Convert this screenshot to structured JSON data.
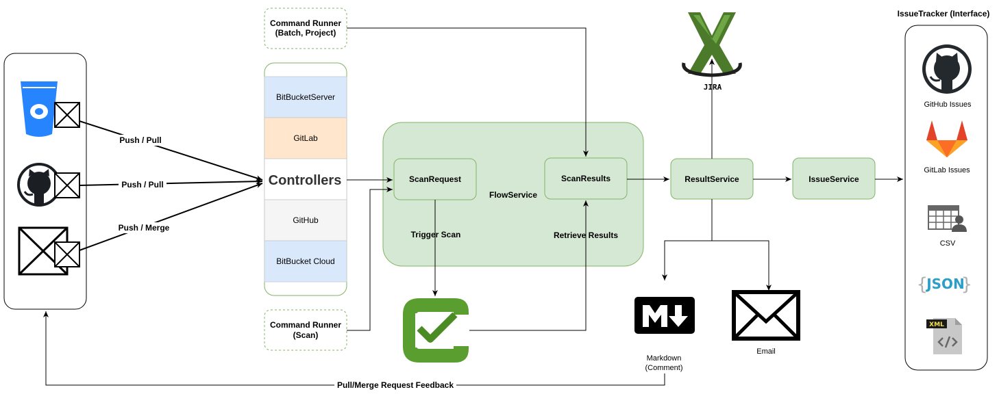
{
  "sources": {
    "edge_labels": [
      "Push / Pull",
      "Push / Pull",
      "Push / Merge"
    ]
  },
  "command_runner_top": [
    "Command Runner",
    "(Batch, Project)"
  ],
  "command_runner_bottom": [
    "Command Runner",
    "(Scan)"
  ],
  "controllers": {
    "title": "Controllers",
    "items": [
      "BitBucketServer",
      "GitLab",
      "GitHub",
      "BitBucket Cloud"
    ]
  },
  "flow_service": {
    "label": "FlowService",
    "scan_request": "ScanRequest",
    "scan_results": "ScanResults",
    "trigger_scan": "Trigger Scan",
    "retrieve_results": "Retrieve Results"
  },
  "result_service": "ResultService",
  "issue_service": "IssueService",
  "jira_label": "JIRA",
  "markdown_label": [
    "Markdown",
    "(Comment)"
  ],
  "email_label": "Email",
  "feedback_label": "Pull/Merge Request Feedback",
  "issue_tracker": {
    "title": "IssueTracker (Interface)",
    "items": [
      "GitHub Issues",
      "GitLab Issues",
      "CSV"
    ],
    "json_text": "JSON",
    "xml_text": "XML"
  },
  "colors": {
    "green_fill": "#d5e8d4",
    "green_stroke": "#82b366",
    "blue_fill": "#dae8fc",
    "orange_fill": "#ffe6cc",
    "grey_fill": "#f5f5f5",
    "json_blue": "#2e9ec8",
    "gitlab_orange": "#e24329"
  }
}
